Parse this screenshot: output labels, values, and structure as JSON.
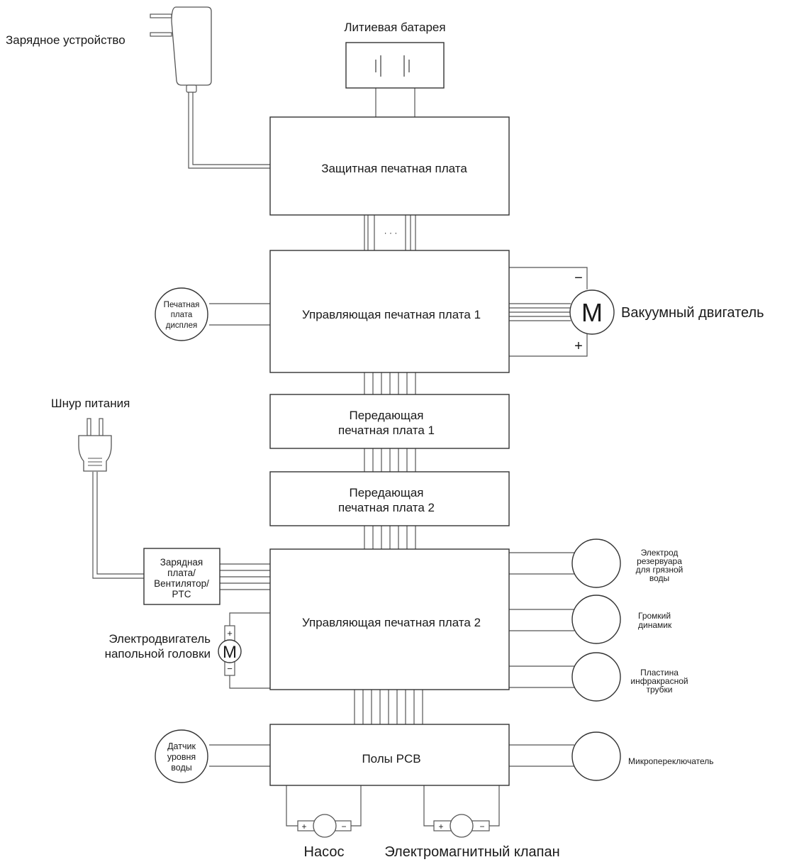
{
  "nodes": {
    "charger": "Зарядное устройство",
    "battery": "Литиевая батарея",
    "protection_pcb": "Защитная печатная плата",
    "dots": "· · ·",
    "control_pcb_1": "Управляющая печатная плата 1",
    "display_pcb": [
      "Печатная",
      "плата",
      "дисплея"
    ],
    "vacuum_motor": "Вакуумный двигатель",
    "motor_symbol": "M",
    "minus": "−",
    "plus": "+",
    "power_cord": "Шнур питания",
    "transmit_pcb_1": [
      "Передающая",
      "печатная плата 1"
    ],
    "transmit_pcb_2": [
      "Передающая",
      "печатная плата 2"
    ],
    "charging_board": [
      "Зарядная",
      "плата/",
      "Вентилятор/",
      "PTC"
    ],
    "control_pcb_2": "Управляющая печатная плата 2",
    "floor_head_motor": [
      "Электродвигатель",
      "напольной головки"
    ],
    "dirty_tank_electrode": [
      "Электрод",
      "резервуара",
      "для грязной",
      "воды"
    ],
    "loudspeaker": [
      "Громкий",
      "динамик"
    ],
    "infrared_tube": [
      "Пластина",
      "инфракрасной",
      "трубки"
    ],
    "water_level_sensor": [
      "Датчик",
      "уровня",
      "воды"
    ],
    "floor_pcb": "Полы PCB",
    "micro_switch": "Микропереключатель",
    "pump": "Насос",
    "solenoid_valve": "Электромагнитный клапан"
  }
}
